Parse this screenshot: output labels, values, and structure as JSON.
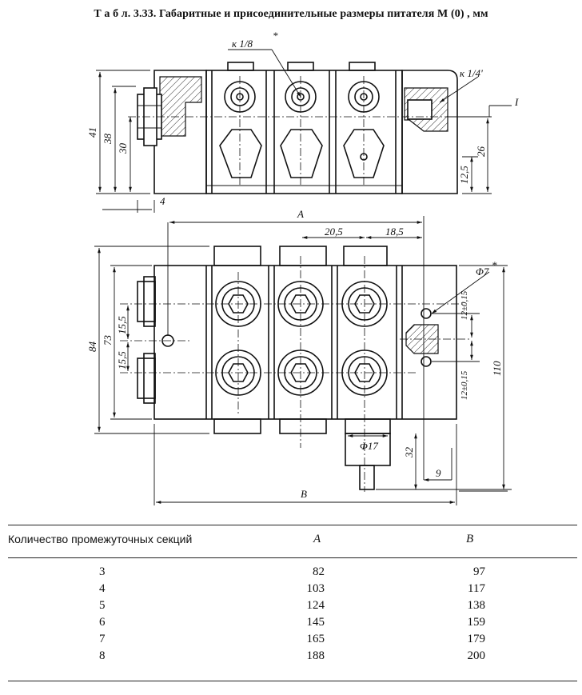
{
  "title": "Т а б л. 3.33. Габаритные и присоединительные размеры питателя М (0) , мм",
  "drawing": {
    "top_view": {
      "labels": {
        "thread_18": "к 1/8",
        "thread_14": "к 1/4'",
        "star": "*",
        "section": "I"
      },
      "dims": {
        "d41": "41",
        "d38": "38",
        "d30": "30",
        "d4": "4",
        "d26": "26",
        "d125": "12,5"
      }
    },
    "front_view": {
      "dims": {
        "A": "A",
        "d205": "20,5",
        "d185": "18,5",
        "d84": "84",
        "d73": "73",
        "d155a": "15,5",
        "d155b": "15,5",
        "phi7": "Φ7",
        "star": "*",
        "d12a": "12±0,15",
        "d12b": "12±0,15",
        "d110": "110",
        "phi17": "Φ17",
        "d32": "32",
        "d9": "9",
        "B": "B"
      }
    }
  },
  "table": {
    "headers": [
      "Количество промежуточных секций",
      "A",
      "B"
    ],
    "rows": [
      [
        "3",
        "82",
        "97"
      ],
      [
        "4",
        "103",
        "117"
      ],
      [
        "5",
        "124",
        "138"
      ],
      [
        "6",
        "145",
        "159"
      ],
      [
        "7",
        "165",
        "179"
      ],
      [
        "8",
        "188",
        "200"
      ]
    ]
  }
}
